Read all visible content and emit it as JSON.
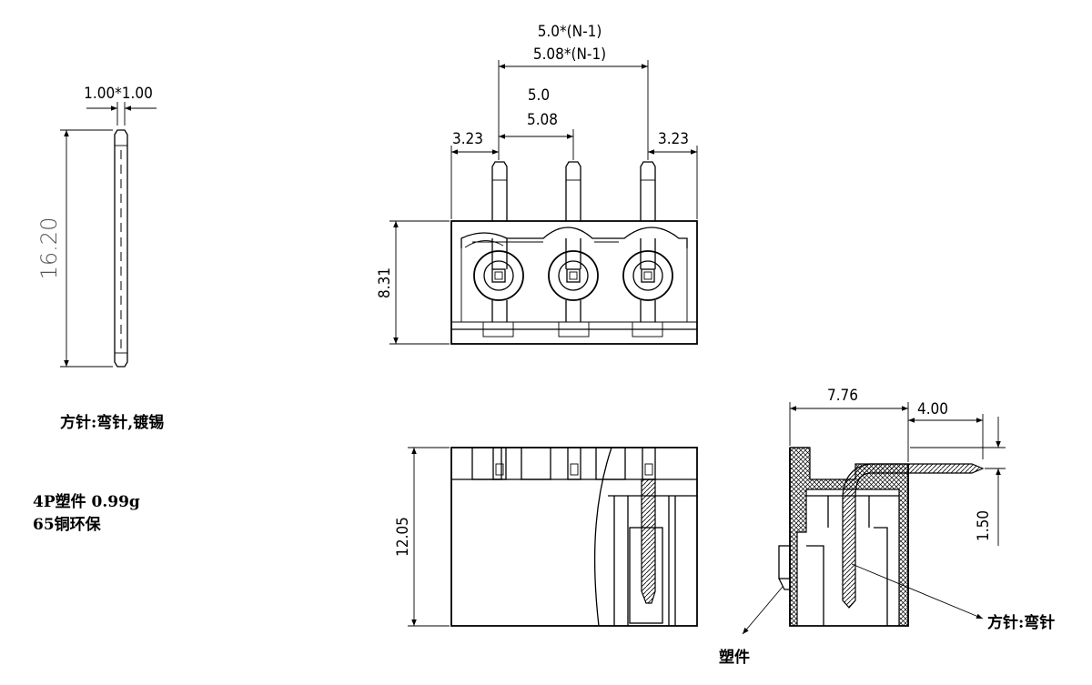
{
  "dimensions": {
    "pin_section": "1.00*1.00",
    "pin_length": "16.20",
    "pitch_total_a": "5.0*(N-1)",
    "pitch_total_b": "5.08*(N-1)",
    "pitch_a": "5.0",
    "pitch_b": "5.08",
    "edge_left": "3.23",
    "edge_right": "3.23",
    "body_height": "8.31",
    "front_height": "12.05",
    "side_width": "7.76",
    "pin_overhang": "4.00",
    "pin_offset": "1.50"
  },
  "notes": {
    "pin_spec": "方针:弯针,镀锡",
    "weight": "4P塑件 0.99g",
    "material": "65铜环保"
  },
  "callouts": {
    "pin": "方针:弯针",
    "plastic": "塑件"
  }
}
